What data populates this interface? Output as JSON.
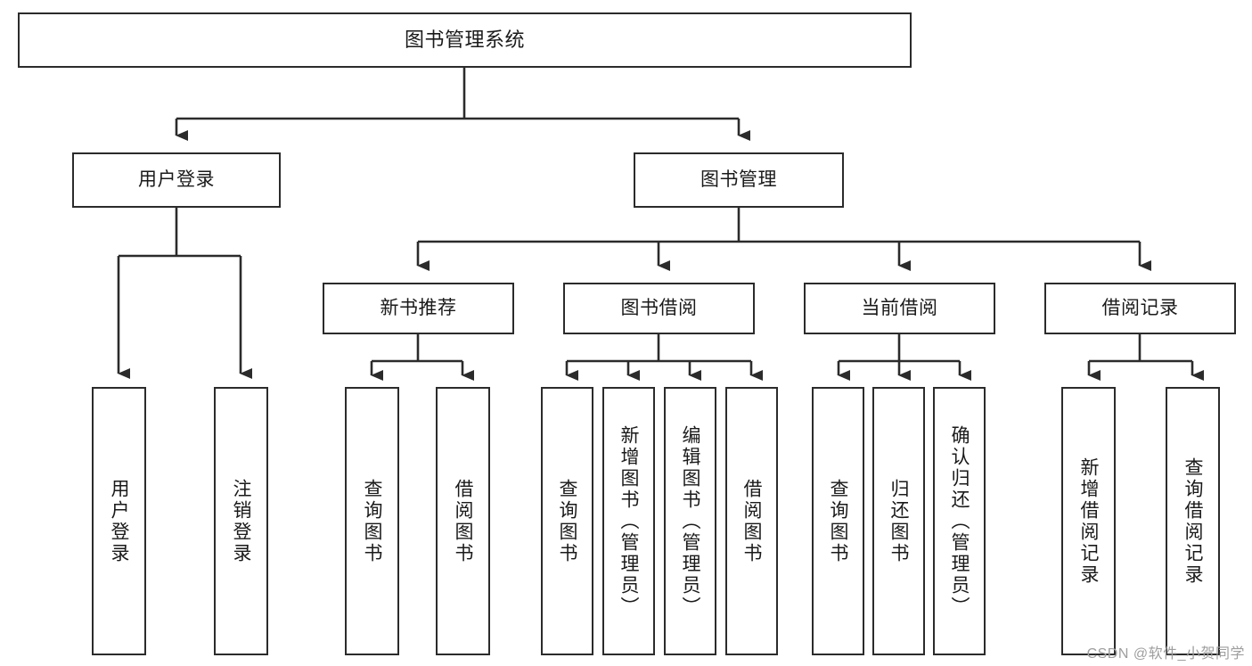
{
  "diagram": {
    "title": "图书管理系统",
    "type": "hierarchy-tree",
    "stroke_color": "#2b2b2b",
    "fill_color": "#ffffff",
    "text_color": "#1a1a1a",
    "root": {
      "label": "图书管理系统"
    },
    "level2": [
      {
        "label": "用户登录"
      },
      {
        "label": "图书管理"
      }
    ],
    "level3": [
      {
        "label": "新书推荐"
      },
      {
        "label": "图书借阅"
      },
      {
        "label": "当前借阅"
      },
      {
        "label": "借阅记录"
      }
    ],
    "leaves": {
      "user_login": [
        {
          "label": "用户登录"
        },
        {
          "label": "注销登录"
        }
      ],
      "new_book_recommend": [
        {
          "label": "查询图书"
        },
        {
          "label": "借阅图书"
        }
      ],
      "book_borrow": [
        {
          "label": "查询图书"
        },
        {
          "label": "新增图书（管理员）"
        },
        {
          "label": "编辑图书（管理员）"
        },
        {
          "label": "借阅图书"
        }
      ],
      "current_borrow": [
        {
          "label": "查询图书"
        },
        {
          "label": "归还图书"
        },
        {
          "label": "确认归还（管理员）"
        }
      ],
      "borrow_record": [
        {
          "label": "新增借阅记录"
        },
        {
          "label": "查询借阅记录"
        }
      ]
    }
  },
  "watermark": {
    "text": "CSDN @软件_小贺同学"
  }
}
